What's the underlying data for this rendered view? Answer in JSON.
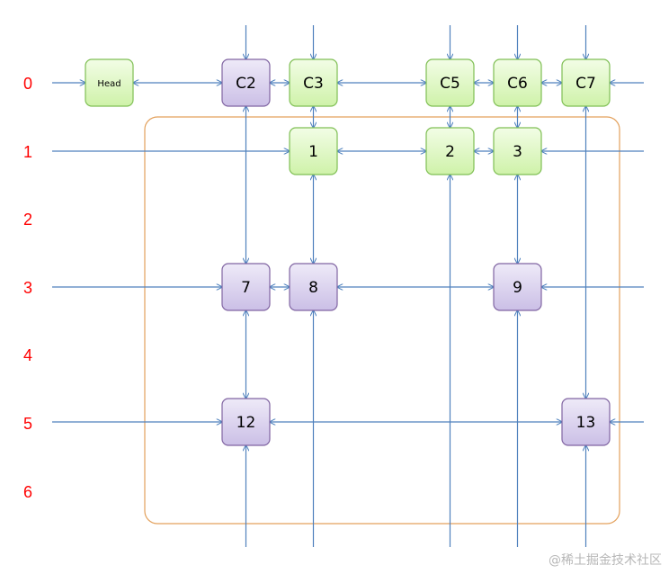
{
  "colors": {
    "row_label": "#ff0000",
    "line": "#4f81bd",
    "region_border": "#e3a15c",
    "head_fill": "#e2f7c9",
    "head_border": "#7fbf54",
    "column_fill": "#dcd3ee",
    "column_border": "#8064a2"
  },
  "row_labels": [
    "0",
    "1",
    "2",
    "3",
    "4",
    "5",
    "6"
  ],
  "nodes": {
    "head": "Head",
    "c2": "C2",
    "c3": "C3",
    "c5": "C5",
    "c6": "C6",
    "c7": "C7",
    "n1": "1",
    "n2": "2",
    "n3": "3",
    "n7": "7",
    "n8": "8",
    "n9": "9",
    "n12": "12",
    "n13": "13"
  },
  "watermark": "@稀土掘金技术社区"
}
